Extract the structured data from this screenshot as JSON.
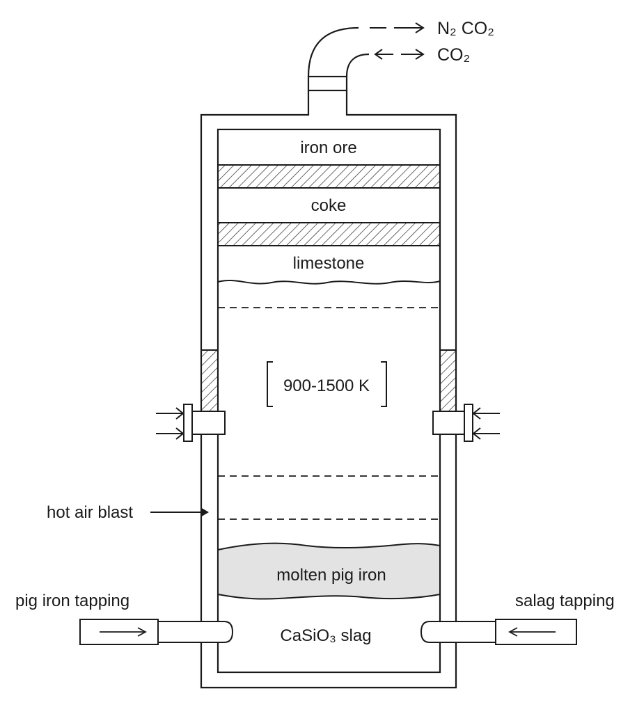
{
  "labels": {
    "output_gases": "N₂ CO₂",
    "input_gas": "CO₂",
    "iron_ore": "iron ore",
    "coke": "coke",
    "limestone": "limestone",
    "temperature": "900-1500 K",
    "hot_air_blast": "hot air blast",
    "molten_pig_iron": "molten pig iron",
    "pig_iron_tapping": "pig iron tapping",
    "slag_tapping": "salag tapping",
    "slag": "CaSiO₃ slag"
  },
  "colors": {
    "stroke": "#1a1a1a",
    "molten_fill": "#e3e3e3",
    "background": "#ffffff"
  }
}
